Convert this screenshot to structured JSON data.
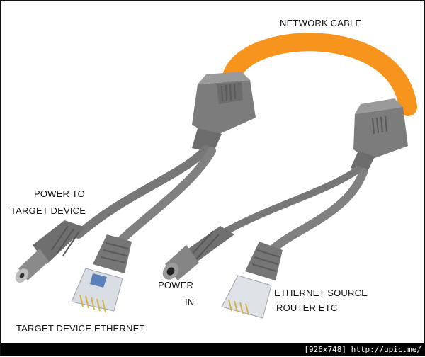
{
  "labels": {
    "network_cable": "NETWORK CABLE",
    "power_to_line1": "POWER TO",
    "power_to_line2": "TARGET DEVICE",
    "target_ethernet": "TARGET DEVICE ETHERNET",
    "power_in_line1": "POWER",
    "power_in_line2": "IN",
    "ethernet_source_line1": "ETHERNET SOURCE",
    "ethernet_source_line2": "ROUTER ETC"
  },
  "footer": {
    "text": "[926x748] http://upic.me/"
  },
  "colors": {
    "cable_orange": "#f7941d",
    "plastic_grey": "#7b7b7b",
    "dark_grey": "#5c5c5c",
    "rj45_clear": "#d9dde4",
    "gold_pins": "#d4b24c"
  }
}
